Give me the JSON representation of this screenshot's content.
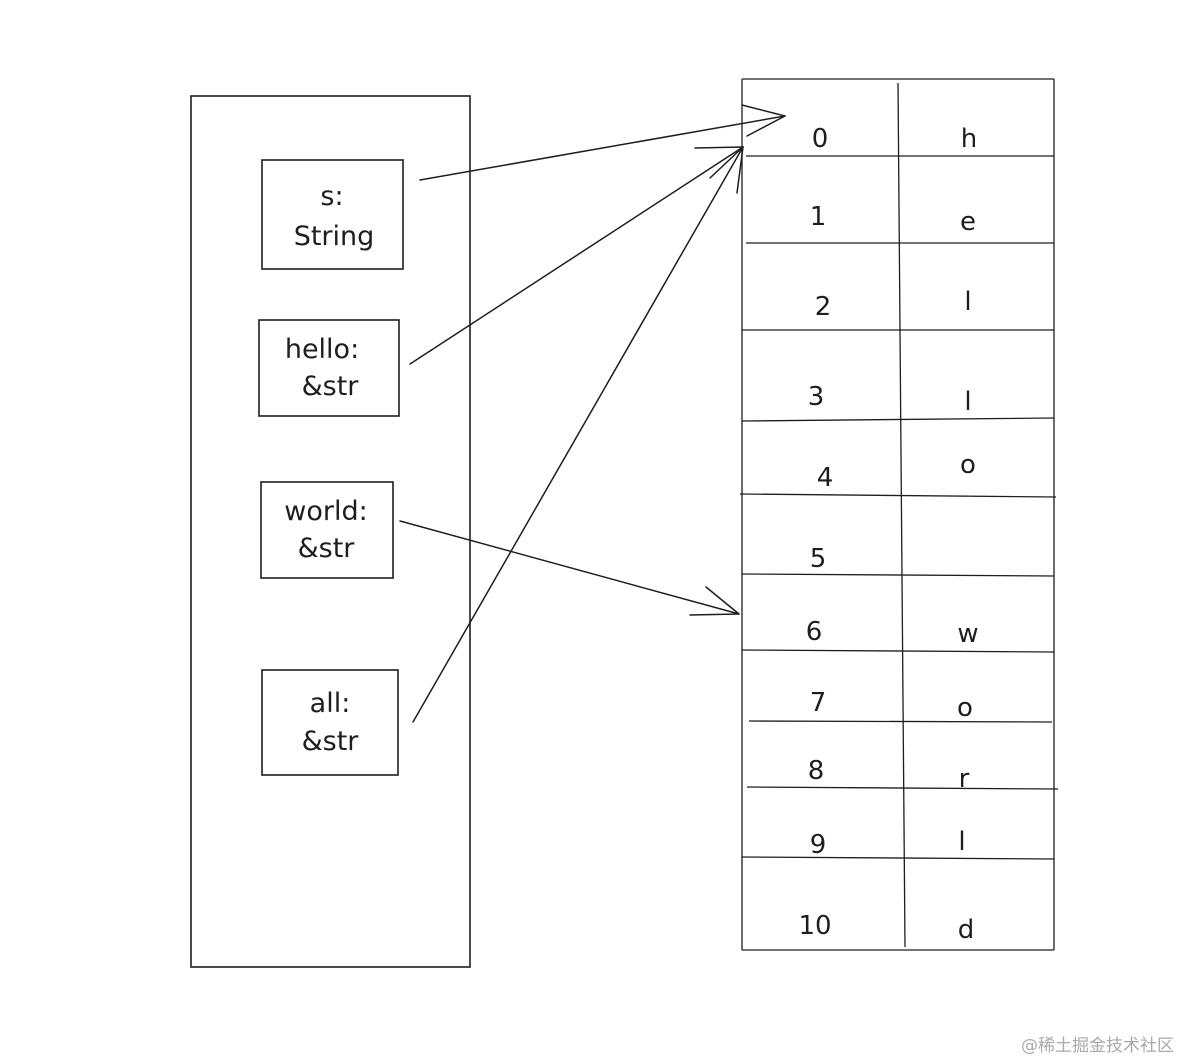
{
  "stack_vars": [
    {
      "name": "s:",
      "type": "String"
    },
    {
      "name": "hello:",
      "type": "&str"
    },
    {
      "name": "world:",
      "type": "&str"
    },
    {
      "name": "all:",
      "type": "&str"
    }
  ],
  "heap": {
    "indices": [
      "0",
      "1",
      "2",
      "3",
      "4",
      "5",
      "6",
      "7",
      "8",
      "9",
      "10"
    ],
    "chars": [
      "h",
      "e",
      "l",
      "l",
      "o",
      "",
      "w",
      "o",
      "r",
      "l",
      "d"
    ]
  },
  "watermark": "@稀土掘金技术社区"
}
